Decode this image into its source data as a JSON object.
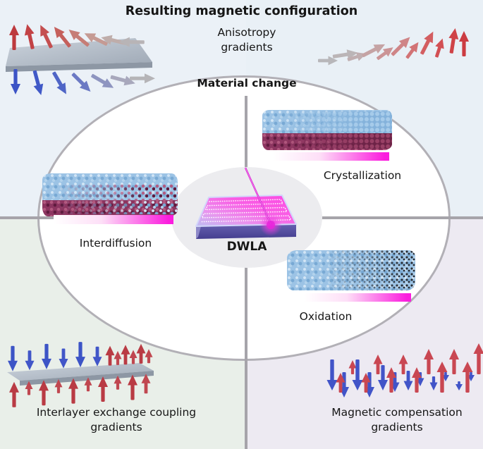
{
  "title": "Resulting magnetic configuration",
  "center": {
    "material_change": "Material change",
    "dwla": "DWLA"
  },
  "processes": {
    "crystallization": "Crystallization",
    "interdiffusion": "Interdiffusion",
    "oxidation": "Oxidation"
  },
  "quadrant_labels": {
    "anisotropy": {
      "line1": "Anisotropy",
      "line2": "gradients"
    },
    "interlayer": {
      "line1": "Interlayer exchange coupling",
      "line2": "gradients"
    },
    "compensation": {
      "line1": "Magnetic compensation",
      "line2": "gradients"
    }
  },
  "colors": {
    "quad-tl": "#ebf1f7",
    "quad-tr": "#e9f0f6",
    "quad-bl": "#e9efe9",
    "quad-br": "#edeaf2",
    "divider": "#a6a4aa",
    "ellipse-border": "#b2b0b6",
    "inner-ellipse": "#ececef",
    "magenta": "#fb1dde",
    "laser": "#d926d0",
    "arrow-red": "#c13b40",
    "arrow-blue": "#3f56c9",
    "arrow-gray": "#b6b5b8",
    "sphere-blue": "#9cc3e5",
    "sphere-maroon": "#8c3560",
    "oxide-black": "#262a31",
    "chip-front": "#4c4795",
    "chip-pink": "#fa5fe6",
    "slab-gray": "#b3bdc9"
  }
}
